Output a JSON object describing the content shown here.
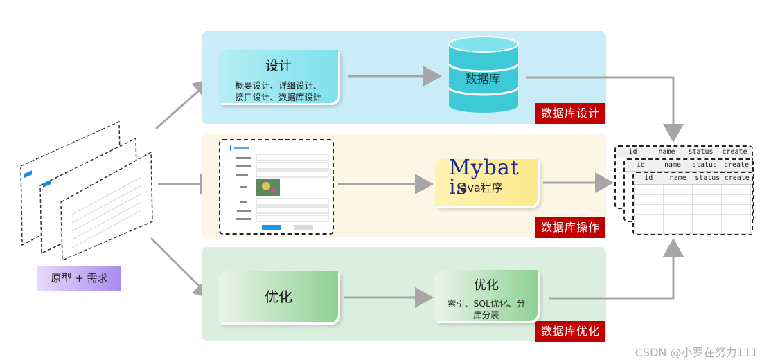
{
  "lanes": {
    "design": {
      "tag": "数据库设计"
    },
    "ops": {
      "tag": "数据库操作"
    },
    "opt": {
      "tag": "数据库优化"
    }
  },
  "prototype": {
    "label": "原型 + 需求"
  },
  "design_card": {
    "title": "设计",
    "subtitle_line1": "概要设计、详细设计、",
    "subtitle_line2": "接口设计、数据库设计"
  },
  "database": {
    "label": "数据库"
  },
  "java_card": {
    "overlay_line1": "Mybat",
    "overlay_line2": "is",
    "label": "Java程序"
  },
  "opt_left": {
    "title": "优化"
  },
  "opt_right": {
    "title": "优化",
    "subtitle_line1": "索引、SQL优化、分",
    "subtitle_line2": "库分表"
  },
  "tables": {
    "columns": [
      "id",
      "name",
      "status",
      "create"
    ]
  },
  "watermark": "CSDN @小罗在努力111",
  "colors": {
    "tag_red": "#c00000",
    "arrow_gray": "#a6a6a6",
    "db_teal": "#3dc9d6"
  }
}
